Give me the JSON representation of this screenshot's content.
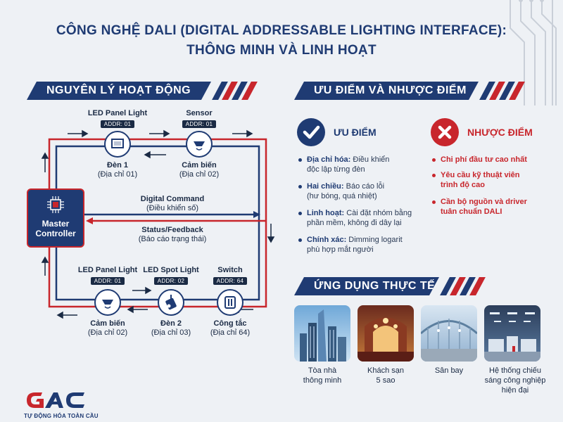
{
  "title": {
    "line1": "CÔNG NGHỆ DALI (DIGITAL ADDRESSABLE LIGHTING INTERFACE):",
    "line2": "THÔNG MINH VÀ LINH HOẠT"
  },
  "sections": {
    "principle": "NGUYÊN LÝ HOẠT ĐỘNG",
    "proscons": "ƯU ĐIỂM VÀ NHƯỢC ĐIỂM",
    "applications": "ỨNG DỤNG THỰC TẾ"
  },
  "diagram": {
    "top_nodes": [
      {
        "top": "LED Panel Light",
        "addr": "ADDR: 01",
        "name": "Đèn 1",
        "sub": "(Địa chỉ 01)"
      },
      {
        "top": "Sensor",
        "addr": "ADDR: 01",
        "name": "Cảm biến",
        "sub": "(Địa chỉ 02)"
      }
    ],
    "bottom_nodes": [
      {
        "top": "LED Panel Light",
        "addr": "ADDR: 01",
        "name": "Cảm biến",
        "sub": "(Địa chỉ 02)"
      },
      {
        "top": "LED Spot Light",
        "addr": "ADDR: 02",
        "name": "Đèn 2",
        "sub": "(Địa chỉ 03)"
      },
      {
        "top": "Switch",
        "addr": "ADDR: 64",
        "name": "Công tắc",
        "sub": "(Địa chỉ 64)"
      }
    ],
    "master": {
      "line1": "Master",
      "line2": "Controller"
    },
    "command": {
      "label": "Digital Command",
      "sub": "(Điều khiển số)"
    },
    "feedback": {
      "label": "Status/Feedback",
      "sub": "(Báo cáo trạng thái)"
    }
  },
  "pros": {
    "heading": "ƯU ĐIỂM",
    "items": [
      {
        "bold": "Địa chỉ hóa:",
        "text": " Điều khiển",
        "line2": "độc lập từng đèn"
      },
      {
        "bold": "Hai chiều:",
        "text": " Báo cáo lỗi",
        "line2": "(hư bóng, quá nhiệt)"
      },
      {
        "bold": "Linh hoạt:",
        "text": " Cài đặt nhóm bằng",
        "line2": "phần mềm, không đi dây lại"
      },
      {
        "bold": "Chính xác:",
        "text": " Dimming logarit",
        "line2": "phù hợp mắt người"
      }
    ]
  },
  "cons": {
    "heading": "NHƯỢC ĐIỂM",
    "items": [
      {
        "line1": "Chi phí đầu tư cao nhất",
        "line2": ""
      },
      {
        "line1": "Yêu cầu kỹ thuật viên",
        "line2": "trình độ cao"
      },
      {
        "line1": "Cần bộ nguồn và driver",
        "line2": "tuân chuẩn DALI"
      }
    ]
  },
  "applications": [
    {
      "line1": "Tòa nhà",
      "line2": "thông minh",
      "line3": ""
    },
    {
      "line1": "Khách sạn",
      "line2": "5 sao",
      "line3": ""
    },
    {
      "line1": "Sân bay",
      "line2": "",
      "line3": ""
    },
    {
      "line1": "Hệ thống chiếu",
      "line2": "sáng công nghiệp",
      "line3": "hiện đại"
    }
  ],
  "logo": {
    "brand": "GAC",
    "tagline": "TỰ ĐỘNG HÓA TOÀN CẦU"
  },
  "colors": {
    "navy": "#1f3b73",
    "red": "#c8262c"
  }
}
